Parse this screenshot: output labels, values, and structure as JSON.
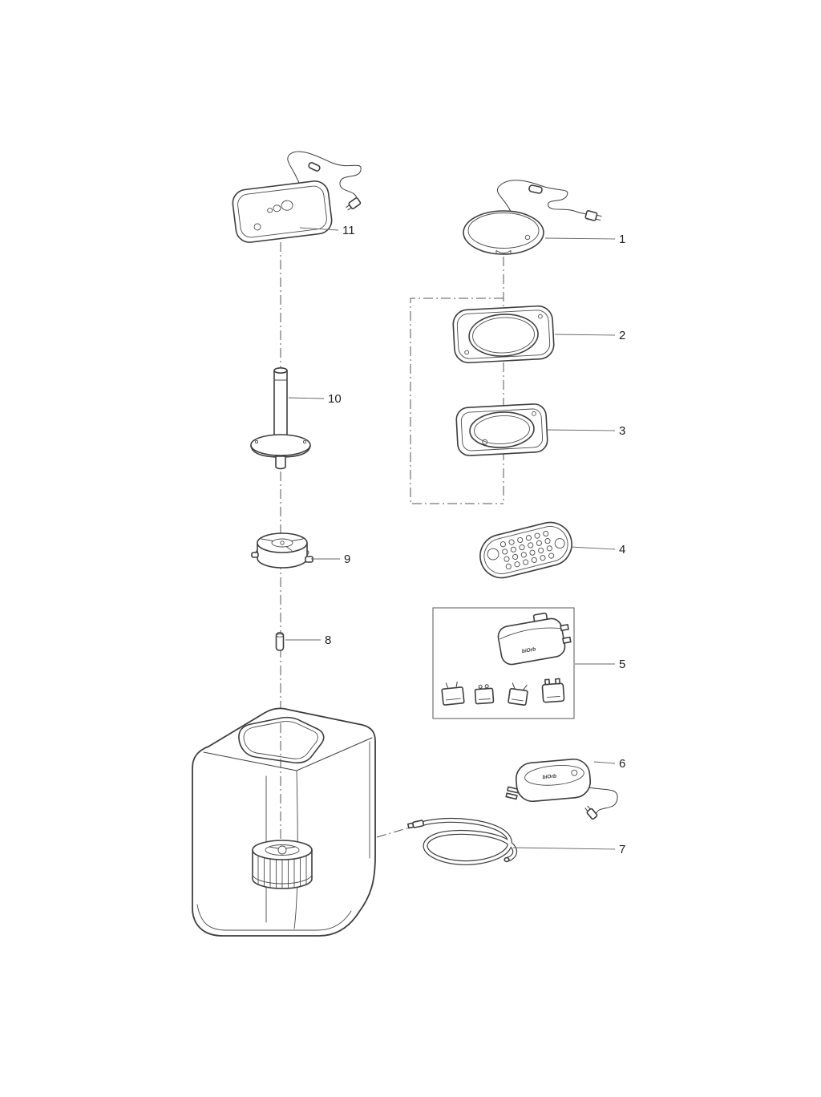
{
  "diagram": {
    "callouts": {
      "part1": "1",
      "part2": "2",
      "part3": "3",
      "part4": "4",
      "part5": "5",
      "part6": "6",
      "part7": "7",
      "part8": "8",
      "part9": "9",
      "part10": "10",
      "part11": "11"
    },
    "brand": {
      "name": "biOrb"
    }
  }
}
